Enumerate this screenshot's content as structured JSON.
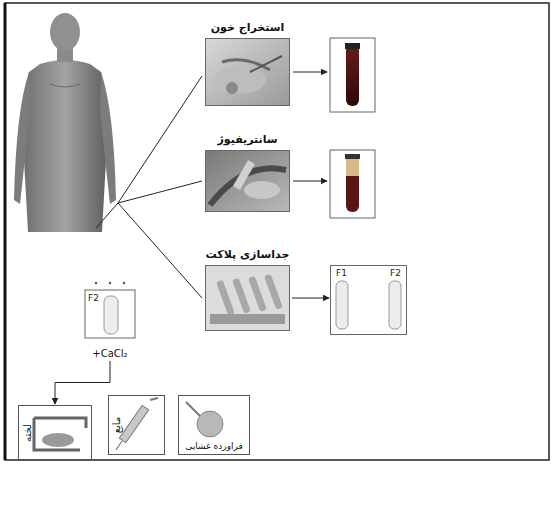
{
  "diagram": {
    "nodes": [
      {
        "text": [
          "استخراج خون"
        ]
      },
      {
        "text": [
          "سانتریفیوژ"
        ]
      },
      {
        "text": [
          "جداسازی پلاکت"
        ]
      },
      {
        "text": [
          "F1",
          "F2"
        ]
      },
      {
        "text": [
          "F2",
          "+CaCl₂"
        ]
      },
      {
        "text": [
          "لخته"
        ]
      },
      {
        "text": [
          "مایع"
        ]
      },
      {
        "text": [
          "فراورده غشایی"
        ]
      }
    ],
    "edges": [
      {
        "from": 2,
        "to": 3,
        "arrow": "to"
      },
      {
        "from": 4,
        "to": 5,
        "arrow": "to"
      }
    ]
  }
}
